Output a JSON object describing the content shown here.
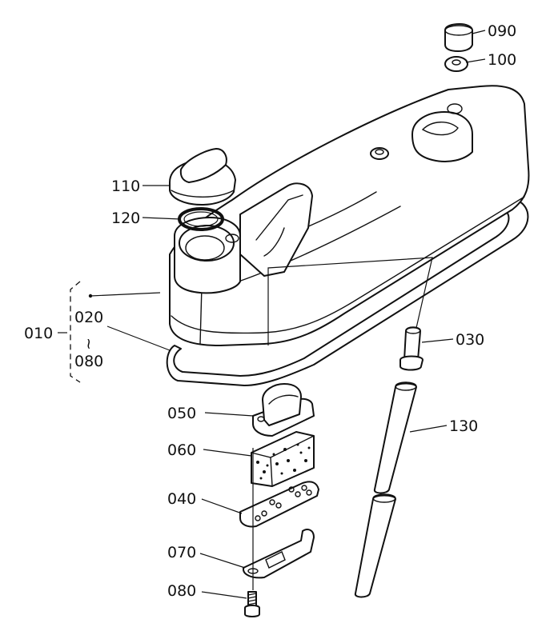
{
  "callouts": {
    "p010": "010",
    "p020": "020",
    "tilde": "~",
    "p080_range": "080",
    "p030": "030",
    "p040": "040",
    "p050": "050",
    "p060": "060",
    "p070": "070",
    "p080": "080",
    "p090": "090",
    "p100": "100",
    "p110": "110",
    "p120": "120",
    "p130": "130"
  }
}
